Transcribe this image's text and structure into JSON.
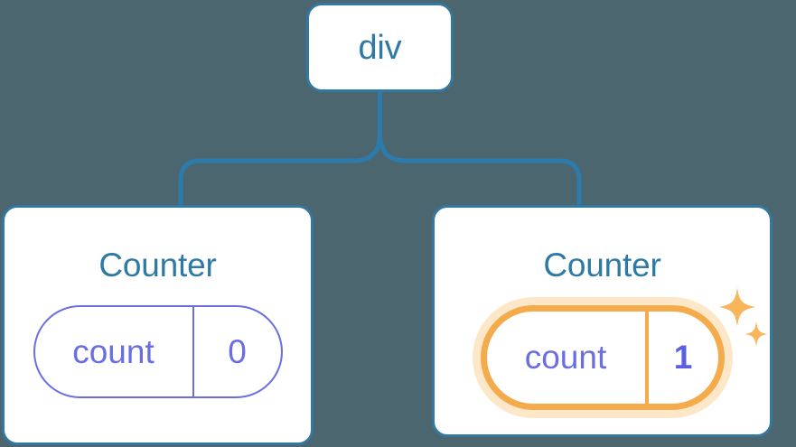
{
  "diagram": {
    "type": "component-tree",
    "background_color": "#4c6670",
    "edge_color": "#2b7cad",
    "card_border_color": "#33789f",
    "title_color": "#2f7aa5",
    "state_color": "#6a6ee0",
    "highlight_color": "#f4ab4c",
    "highlight_glow_color": "#fadfb4"
  },
  "root": {
    "label": "div"
  },
  "children": [
    {
      "title": "Counter",
      "state": {
        "key": "count",
        "value": "0"
      },
      "highlighted": false
    },
    {
      "title": "Counter",
      "state": {
        "key": "count",
        "value": "1"
      },
      "highlighted": true,
      "sparkle_icons": [
        "sparkle-large",
        "sparkle-small"
      ]
    }
  ]
}
